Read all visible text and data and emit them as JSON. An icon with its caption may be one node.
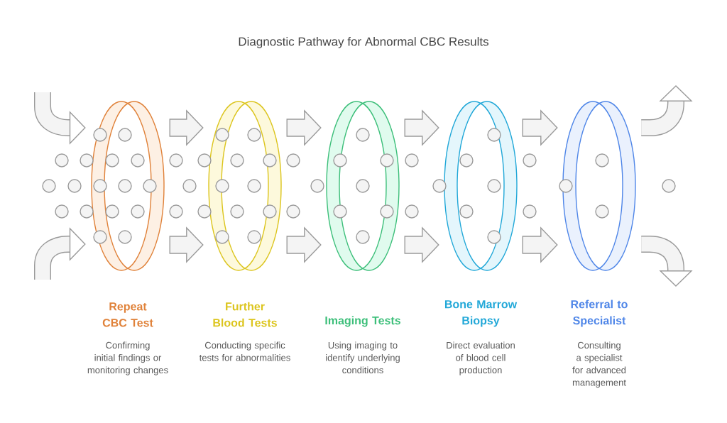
{
  "diagram": {
    "title": "Diagnostic Pathway for Abnormal CBC Results",
    "nodes": [
      {
        "text": [
          "Repeat CBC Test"
        ]
      },
      {
        "text": [
          "Further Blood Tests"
        ]
      },
      {
        "text": [
          "Imaging Tests"
        ]
      },
      {
        "text": [
          "Bone Marrow Biopsy"
        ]
      },
      {
        "text": [
          "Referral to Specialist"
        ]
      }
    ],
    "labels": [
      "Confirming initial findings or monitoring changes",
      "Conducting specific tests for abnormalities",
      "Using imaging to identify underlying conditions",
      "Direct evaluation of blood cell production",
      "Consulting a specialist for advanced management"
    ],
    "edges": [
      {
        "from": null,
        "to": 0,
        "arrow": "to"
      },
      {
        "from": null,
        "to": 0,
        "arrow": "to"
      },
      {
        "from": 0,
        "to": 1,
        "arrow": "to"
      },
      {
        "from": 0,
        "to": 1,
        "arrow": "to"
      },
      {
        "from": 1,
        "to": 2,
        "arrow": "to"
      },
      {
        "from": 1,
        "to": 2,
        "arrow": "to"
      },
      {
        "from": 2,
        "to": 3,
        "arrow": "to"
      },
      {
        "from": 2,
        "to": 3,
        "arrow": "to"
      },
      {
        "from": 3,
        "to": 4,
        "arrow": "to"
      },
      {
        "from": 3,
        "to": 4,
        "arrow": "to"
      },
      {
        "from": 4,
        "to": null,
        "arrow": "to"
      },
      {
        "from": 4,
        "to": null,
        "arrow": "to"
      }
    ]
  }
}
